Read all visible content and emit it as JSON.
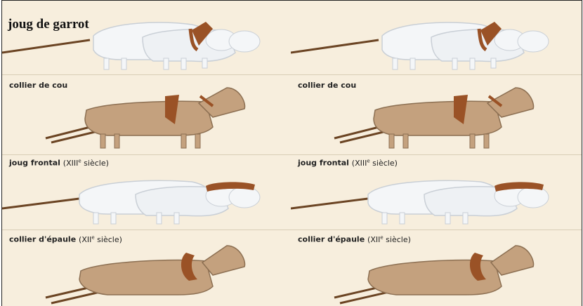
{
  "title": "joug de garrot",
  "panels": {
    "collier_cou": "collier de cou",
    "joug_frontal": "joug frontal",
    "joug_frontal_century": "XIII",
    "joug_frontal_century_sup": "e",
    "joug_frontal_century_word": "siècle",
    "collier_epaule": "collier d'épaule",
    "collier_epaule_century": "XII",
    "collier_epaule_century_sup": "e",
    "collier_epaule_century_word": "siècle"
  },
  "colors": {
    "background": "#f7eedd",
    "oxen": "#f4f6f8",
    "horse": "#c4a17e",
    "harness": "#9a5226",
    "pole": "#6b4423"
  }
}
